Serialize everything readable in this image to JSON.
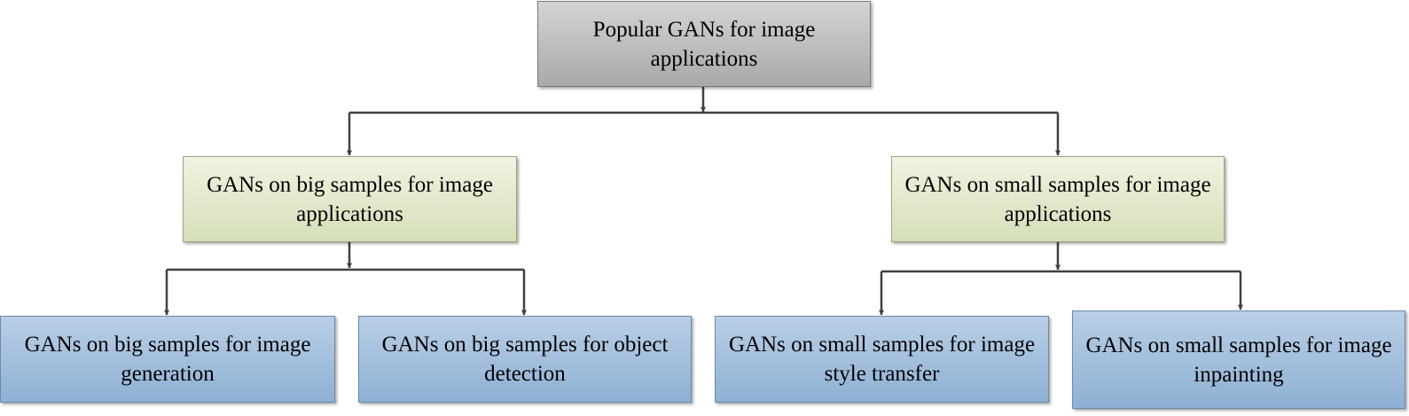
{
  "root": {
    "label": "Popular GANs for image applications"
  },
  "big": {
    "label": "GANs on big samples for image applications",
    "children": [
      {
        "label": "GANs on big samples for image generation"
      },
      {
        "label": "GANs on big samples for object detection"
      }
    ]
  },
  "small": {
    "label": "GANs on small samples for image applications",
    "children": [
      {
        "label": "GANs on small samples for image style transfer"
      },
      {
        "label": "GANs on small samples for image inpainting"
      }
    ]
  },
  "colors": {
    "root_fill": "#a9a9a9",
    "mid_fill": "#d5dfb8",
    "leaf_fill": "#8fb0d4",
    "edge": "#404040"
  }
}
